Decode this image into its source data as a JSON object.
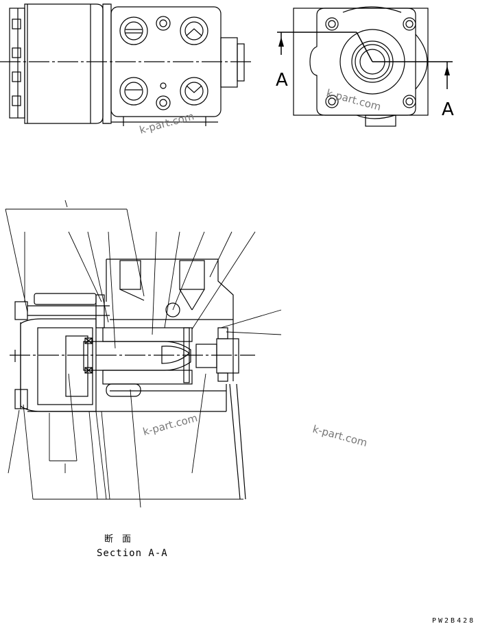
{
  "labels": {
    "section_marker_left": "A",
    "section_marker_right": "A",
    "section_jp": "断　面",
    "section_en": "Section A-A",
    "drawing_code": "PW2B428",
    "watermark": "k-part.com"
  },
  "colors": {
    "line": "#000000",
    "watermark": "#777777",
    "background": "#ffffff"
  }
}
